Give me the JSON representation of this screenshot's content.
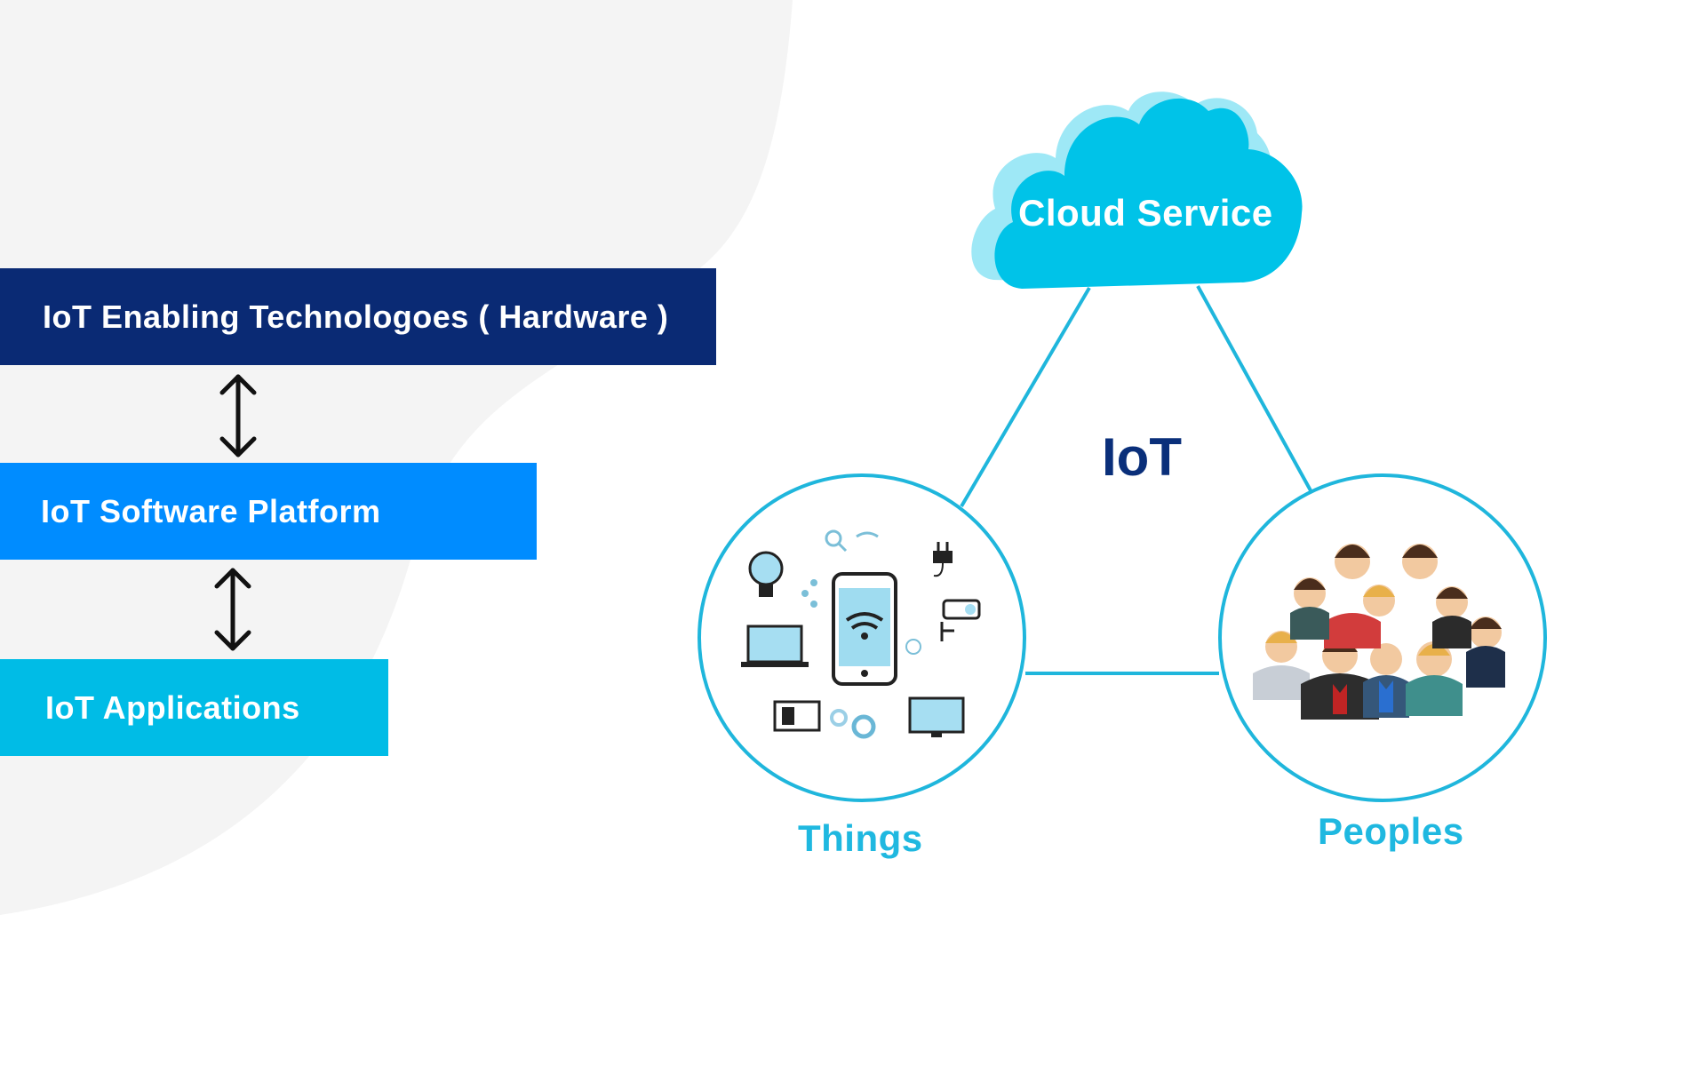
{
  "colors": {
    "bar_hardware": "#0a2a74",
    "bar_software": "#008cff",
    "bar_applications": "#00bce6",
    "line": "#1fb6dc",
    "cloud": "#00c3e8",
    "cloud_shadow": "#9ee8f6",
    "center_text": "#0a2f7a",
    "caption": "#1fb8e0",
    "blob": "#f4f4f4"
  },
  "stack": {
    "layers": [
      {
        "label": "IoT Enabling Technologoes ( Hardware )"
      },
      {
        "label": "IoT Software Platform"
      },
      {
        "label": "IoT Applications"
      }
    ],
    "connector_icon": "double-headed-vertical-arrow-icon"
  },
  "triangle": {
    "top_node": {
      "label": "Cloud Service",
      "icon": "cloud-icon"
    },
    "center_label": "IoT",
    "left_node": {
      "label": "Things",
      "icon": "devices-collage-icon"
    },
    "right_node": {
      "label": "Peoples",
      "icon": "people-group-icon"
    }
  }
}
